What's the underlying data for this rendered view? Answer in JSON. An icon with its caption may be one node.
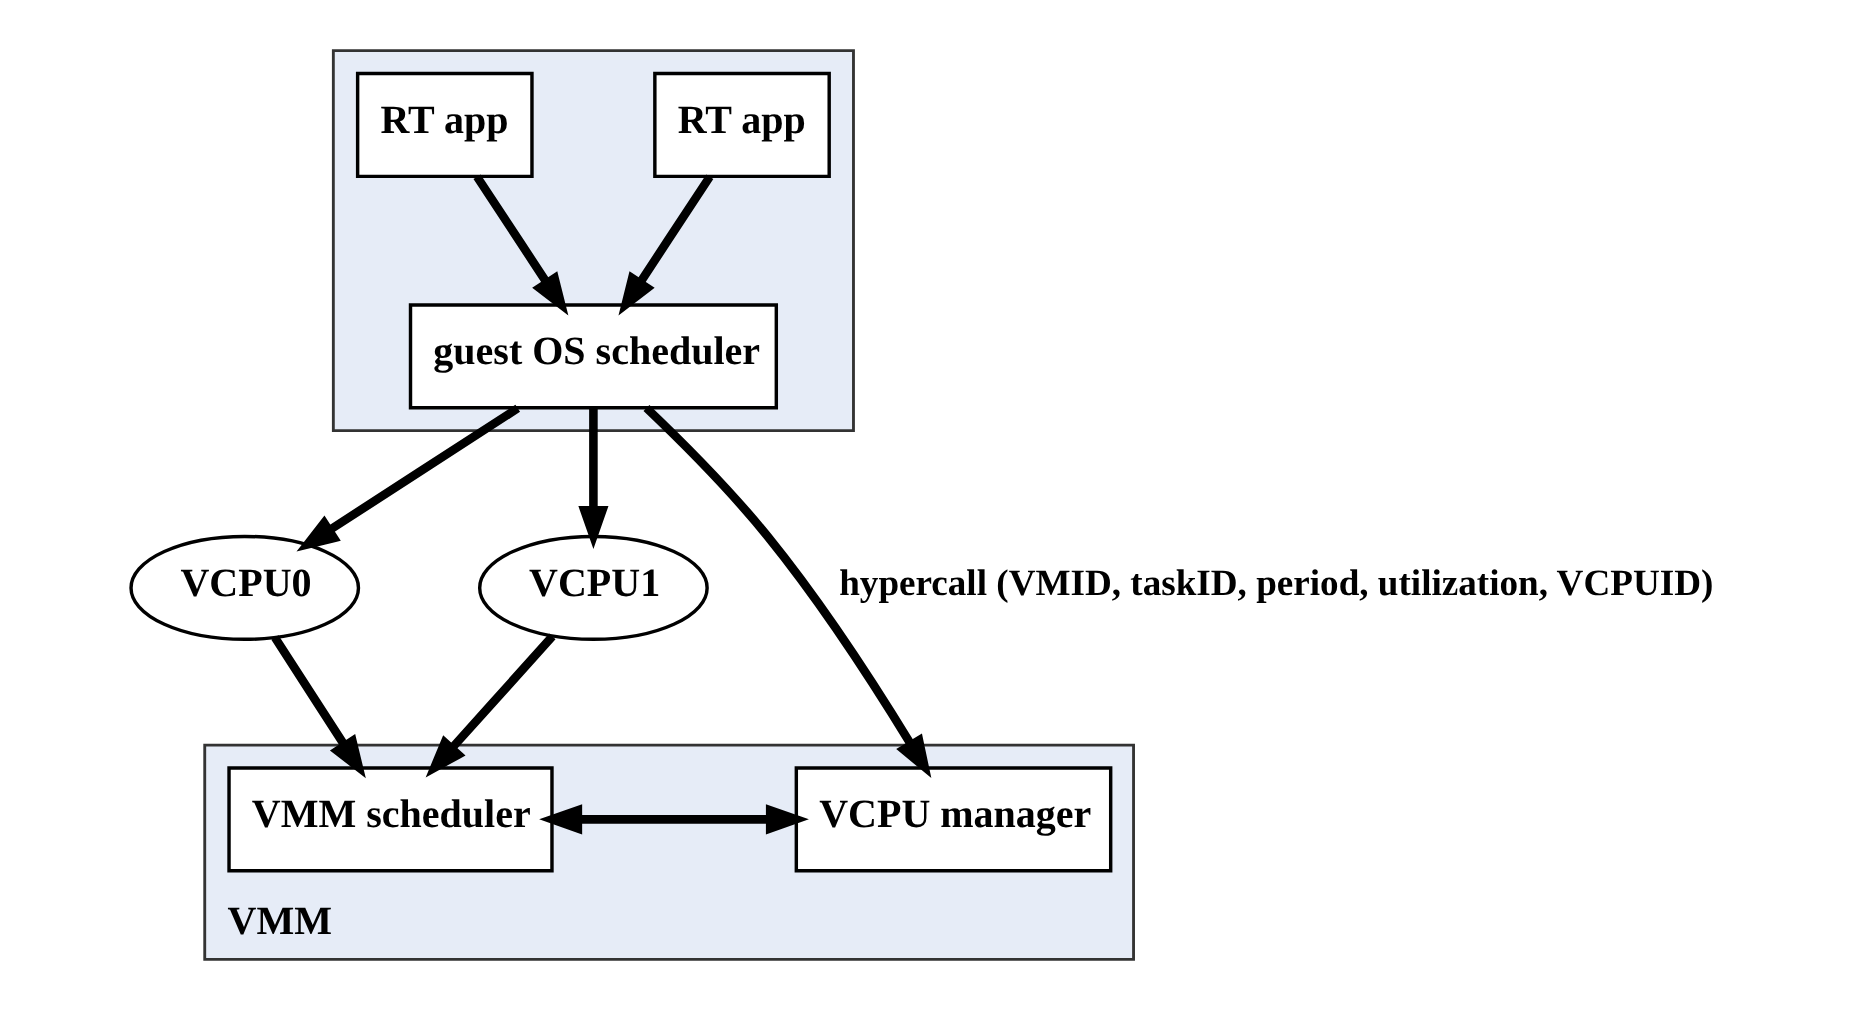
{
  "diagram": {
    "nodes": [
      {
        "text": [],
        "shape": "box"
      },
      {
        "text": [
          "RT app"
        ],
        "in": 0
      },
      {
        "text": [
          "RT app"
        ],
        "in": 0
      },
      {
        "text": [
          "guest OS scheduler"
        ],
        "in": 0
      },
      {
        "text": [
          "VCPU0"
        ]
      },
      {
        "text": [
          "VCPU1"
        ]
      },
      {
        "text": [
          "VMM"
        ]
      },
      {
        "text": [
          "VCPU manager"
        ],
        "in": 6
      },
      {
        "text": [
          "VMM scheduler"
        ],
        "in": 6
      }
    ],
    "edges": [
      {
        "from": 1,
        "to": 3,
        "arrow": "to"
      },
      {
        "from": 2,
        "to": 3,
        "arrow": "to"
      },
      {
        "from": 3,
        "to": 7,
        "arrow": "to",
        "label": "hypercall (VMID, taskID, period, utilization, VCPUID)"
      },
      {
        "from": 3,
        "to": 4,
        "arrow": "to"
      },
      {
        "from": 3,
        "to": 5,
        "arrow": "to"
      },
      {
        "from": 4,
        "to": 8,
        "arrow": "to"
      },
      {
        "from": 5,
        "to": 8,
        "arrow": "to"
      },
      {
        "from": 7,
        "to": 8,
        "arrow": "both"
      }
    ]
  }
}
